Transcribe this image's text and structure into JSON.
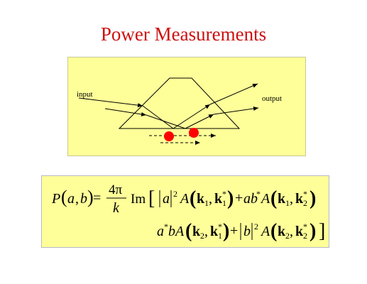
{
  "title": "Power Measurements",
  "diagram": {
    "input_label": "input",
    "output_label": "output",
    "accent_red": "#ff0000",
    "box_color": "#ffff99"
  },
  "formula": {
    "lhs": "P(a,b) =",
    "numerator": "4π",
    "denominator": "k",
    "operator": "Im",
    "line1": "[ |a|² A(k₁,k₁*) + ab* A(k₁,k₂*)",
    "line2": "a*bA(k₂,k₁*) + |b|² A(k₂,k₂*) ]"
  }
}
